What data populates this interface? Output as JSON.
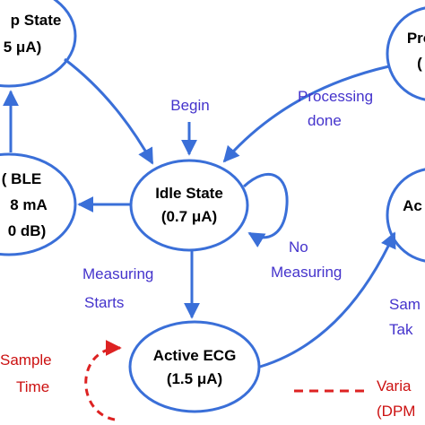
{
  "colors": {
    "node_stroke": "#3a6fd8",
    "edge": "#3a6fd8",
    "edge_label": "#4433cc",
    "dashed": "#dd2222",
    "legend_text": "#cc1111"
  },
  "nodes": {
    "sleep": {
      "line1": "p State",
      "line2": "5 μA)"
    },
    "processing": {
      "line1": "Pro",
      "line2": "("
    },
    "ble": {
      "line1": "( BLE",
      "line2": "8 mA",
      "line3": "0 dB)"
    },
    "idle": {
      "line1": "Idle State",
      "line2": "(0.7 μA)"
    },
    "active_acq": {
      "line1": "Ac"
    },
    "active_ecg": {
      "line1": "Active ECG",
      "line2": "(1.5 μA)"
    }
  },
  "edge_labels": {
    "begin": "Begin",
    "processing_done_1": "Processing",
    "processing_done_2": "done",
    "no_measuring_1": "No",
    "no_measuring_2": "Measuring",
    "measuring_starts_1": "Measuring",
    "measuring_starts_2": "Starts",
    "sample_taken_1": "Sam",
    "sample_taken_2": "Tak"
  },
  "annotations": {
    "sample_time_1": "Sample",
    "sample_time_2": "Time"
  },
  "legend": {
    "line1": "Varia",
    "line2": "(DPM"
  }
}
